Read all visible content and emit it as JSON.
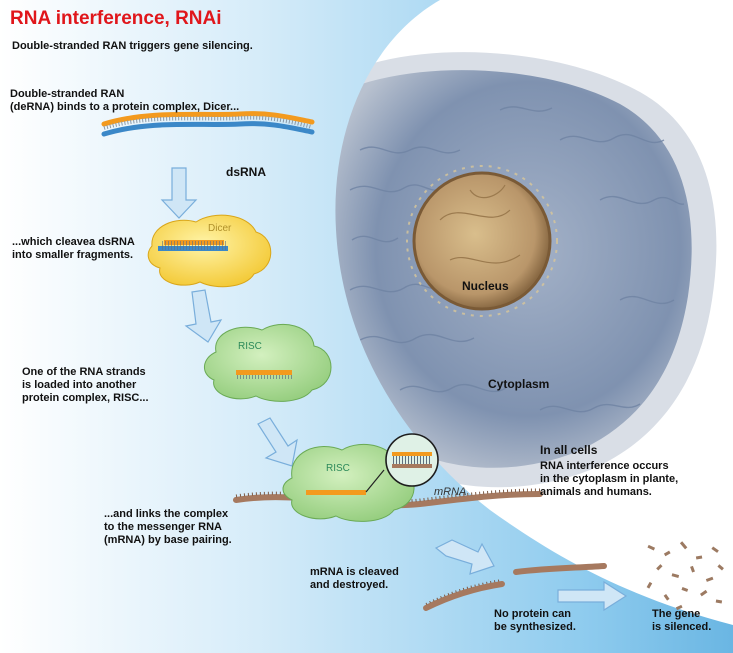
{
  "title": "RNA interference, RNAi",
  "subtitle": "Double-stranded RAN triggers gene silencing.",
  "steps": {
    "step1": "Double-stranded RAN\n(deRNA) binds to a protein complex, Dicer...",
    "step2": "...which cleavea dsRNA\ninto smaller fragments.",
    "step3": "One of the RNA strands\nis loaded into another\nprotein complex, RISC...",
    "step4": "...and links the complex\nto the messenger RNA\n(mRNA) by base pairing.",
    "step5": "mRNA is cleaved\nand destroyed.",
    "step6": "No protein can\nbe synthesized.",
    "step7": "The gene\nis silenced."
  },
  "labels": {
    "dsrna": "dsRNA",
    "dicer": "Dicer",
    "risc1": "RISC",
    "risc2": "RISC",
    "mrna": "mRNA",
    "nucleus": "Nucleus",
    "cytoplasm": "Cytoplasm"
  },
  "info": {
    "heading": "In all cells",
    "body": "RNA interference occurs\nin the cytoplasm in plante,\nanimals and humans."
  },
  "colors": {
    "title": "#e0161b",
    "band_light": "#dff1fb",
    "band_dark": "#7dc0e8",
    "rna_orange": "#f39a1e",
    "rna_blue": "#3b88c8",
    "mrna_brown": "#a6795f",
    "risc_green": "#b7dea0",
    "dicer_yellow": "#f8d84a",
    "nucleus": "#c9a873",
    "cell": "#8c9db8",
    "arrow": "#a9d3ef"
  }
}
